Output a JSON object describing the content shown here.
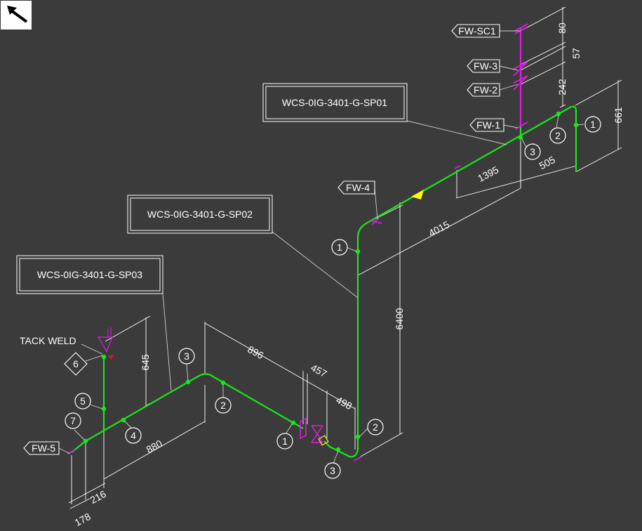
{
  "spools": [
    "WCS-0IG-3401-G-SP01",
    "WCS-0IG-3401-G-SP02",
    "WCS-0IG-3401-G-SP03"
  ],
  "field_welds": [
    "FW-SC1",
    "FW-3",
    "FW-2",
    "FW-1",
    "FW-4",
    "FW-5"
  ],
  "note": "TACK WELD",
  "diamond_marker": "6",
  "balloons": [
    "1",
    "2",
    "3",
    "1",
    "2",
    "3",
    "1",
    "2",
    "3",
    "4",
    "5",
    "7"
  ],
  "dimensions": [
    "80",
    "57",
    "242",
    "661",
    "1395",
    "505",
    "4015",
    "6400",
    "896",
    "457",
    "498",
    "645",
    "880",
    "216",
    "178"
  ],
  "colors": {
    "background": "#3b3b3b",
    "pipe": "#19e619",
    "field_weld": "#e619e6",
    "flow_arrow": "#ffff00",
    "text": "#ffffff"
  },
  "icons": [
    "north-arrow-icon",
    "flow-direction-arrow-icon",
    "valve-icon"
  ]
}
